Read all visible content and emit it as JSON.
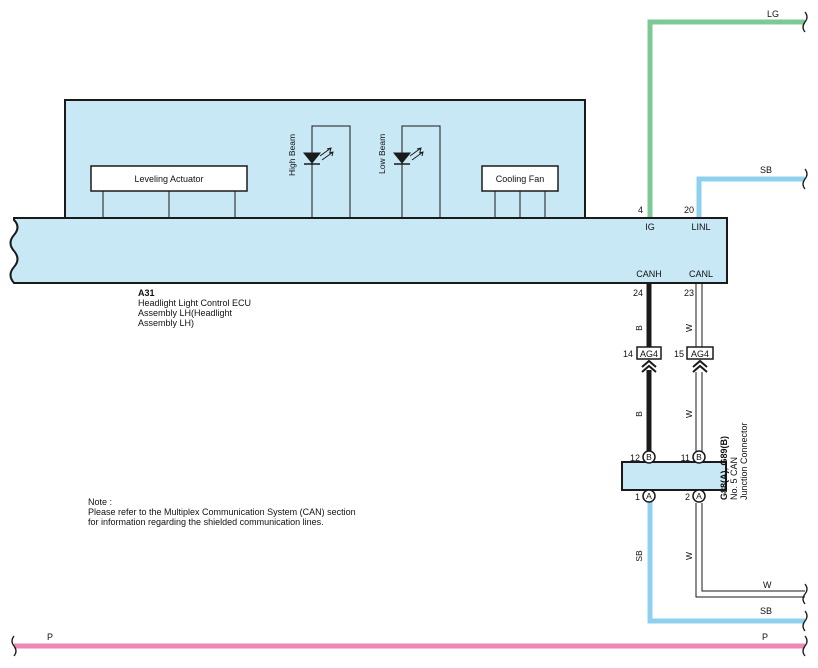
{
  "colors": {
    "box_fill": "#c9e8f6",
    "wire_lg": "#7dc895",
    "wire_sb": "#8fd0ee",
    "wire_p": "#ef86b3",
    "wire_b": "#1a1a1a",
    "wire_w": "#ffffff",
    "stroke": "#1a1a1a"
  },
  "ecu": {
    "code": "A31",
    "name_line1": "Headlight Light Control ECU",
    "name_line2": "Assembly LH(Headlight",
    "name_line3": "Assembly LH)",
    "components": {
      "leveling_actuator": "Leveling Actuator",
      "high_beam": "High Beam",
      "low_beam": "Low Beam",
      "cooling_fan": "Cooling Fan"
    },
    "pins": {
      "ig": {
        "num": "4",
        "label": "IG"
      },
      "linl": {
        "num": "20",
        "label": "LINL"
      },
      "canh": {
        "num": "24",
        "label": "CANH"
      },
      "canl": {
        "num": "23",
        "label": "CANL"
      }
    }
  },
  "wires": {
    "lg": "LG",
    "sb_top": "SB",
    "b_upper": "B",
    "w_upper": "W",
    "b_lower": "B",
    "w_lower": "W",
    "sb_lower": "SB",
    "w_lower2": "W",
    "w_right": "W",
    "sb_right": "SB",
    "p_left": "P",
    "p_right": "P"
  },
  "connectors": {
    "ag4_left": {
      "pin": "14",
      "label": "AG4"
    },
    "ag4_right": {
      "pin": "15",
      "label": "AG4"
    }
  },
  "junction": {
    "code": "G88(A), G89(B)",
    "name_line1": "No. 5 CAN",
    "name_line2": "Junction Connector",
    "pins": {
      "b_left": {
        "num": "12",
        "letter": "B"
      },
      "b_right": {
        "num": "11",
        "letter": "B"
      },
      "a_left": {
        "num": "1",
        "letter": "A"
      },
      "a_right": {
        "num": "2",
        "letter": "A"
      }
    }
  },
  "note": {
    "title": "Note :",
    "line1": "Please refer to the Multiplex Communication System (CAN) section",
    "line2": "for information regarding the shielded communication lines."
  }
}
